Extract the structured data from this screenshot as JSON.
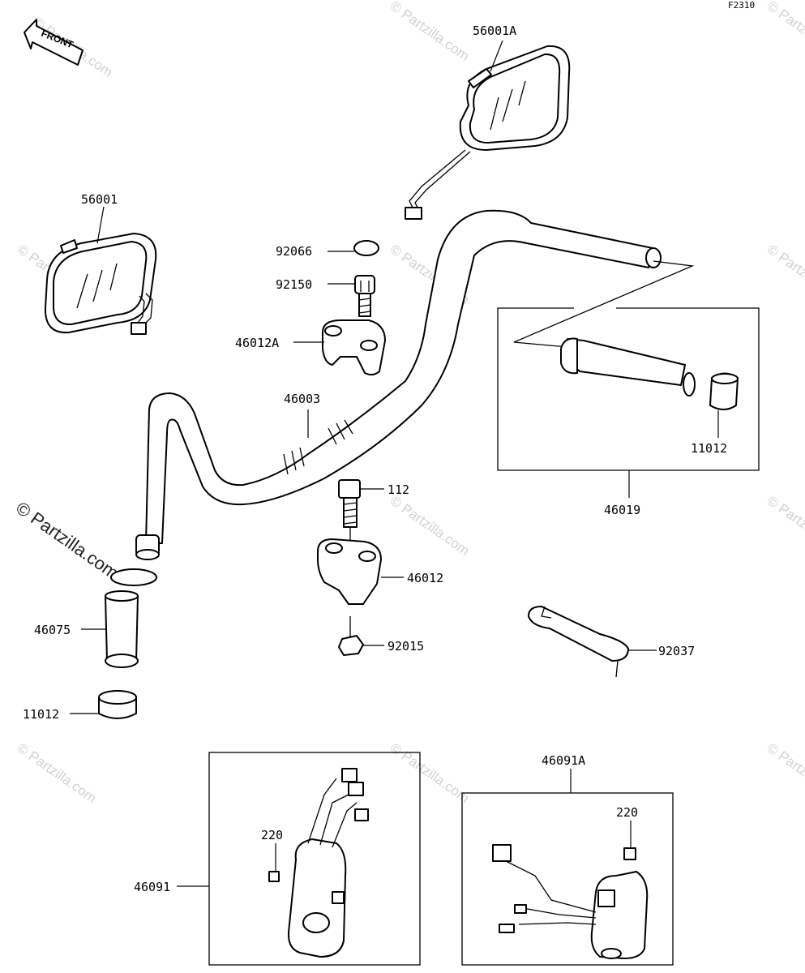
{
  "diagram_code": "F2310",
  "front_arrow_label": "FRONT",
  "watermark": "© Partzilla.com",
  "parts": {
    "mirror_right": "56001A",
    "mirror_left": "56001",
    "cap": "92066",
    "bolt_top": "92150",
    "holder_upper": "46012A",
    "handlebar": "46003",
    "bolt_lower": "112",
    "holder_lower": "46012",
    "nut": "92015",
    "grip_left": "46075",
    "end_weight_left": "11012",
    "end_weight_right": "11012",
    "grip_assembly_right": "46019",
    "cable_clamp": "92037",
    "switch_left": "46091",
    "screw_left": "220",
    "switch_right": "46091A",
    "screw_right": "220"
  }
}
